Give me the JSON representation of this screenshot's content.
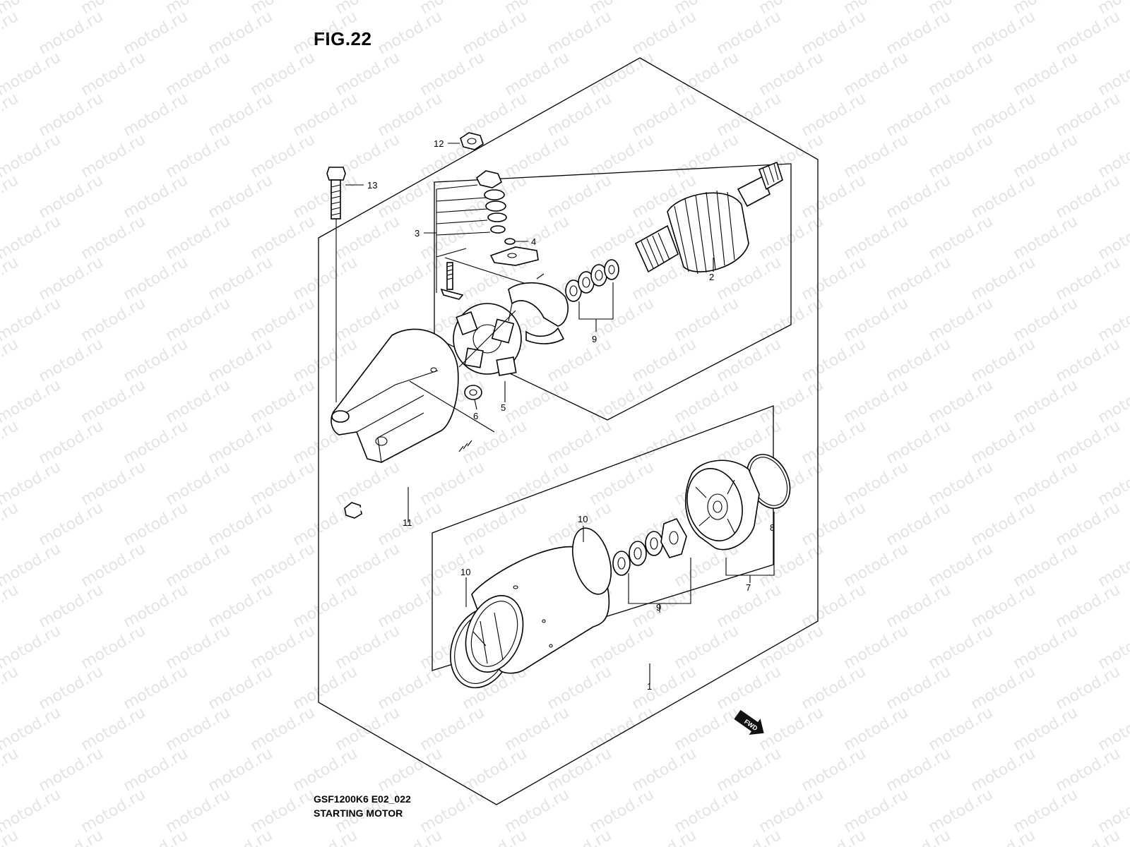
{
  "figure": {
    "title": "FIG.22",
    "code": "GSF1200K6 E02_022",
    "name": "STARTING MOTOR"
  },
  "watermark": {
    "text": "motod.ru",
    "color": "#9a9a9a"
  },
  "fwd_marker": {
    "label": "FWD"
  },
  "callouts": {
    "c1": "1",
    "c2": "2",
    "c3": "3",
    "c4": "4",
    "c5": "5",
    "c6": "6",
    "c7": "7",
    "c8": "8",
    "c9a": "9",
    "c9b": "9",
    "c10a": "10",
    "c10b": "10",
    "c11": "11",
    "c12": "12",
    "c13": "13"
  }
}
